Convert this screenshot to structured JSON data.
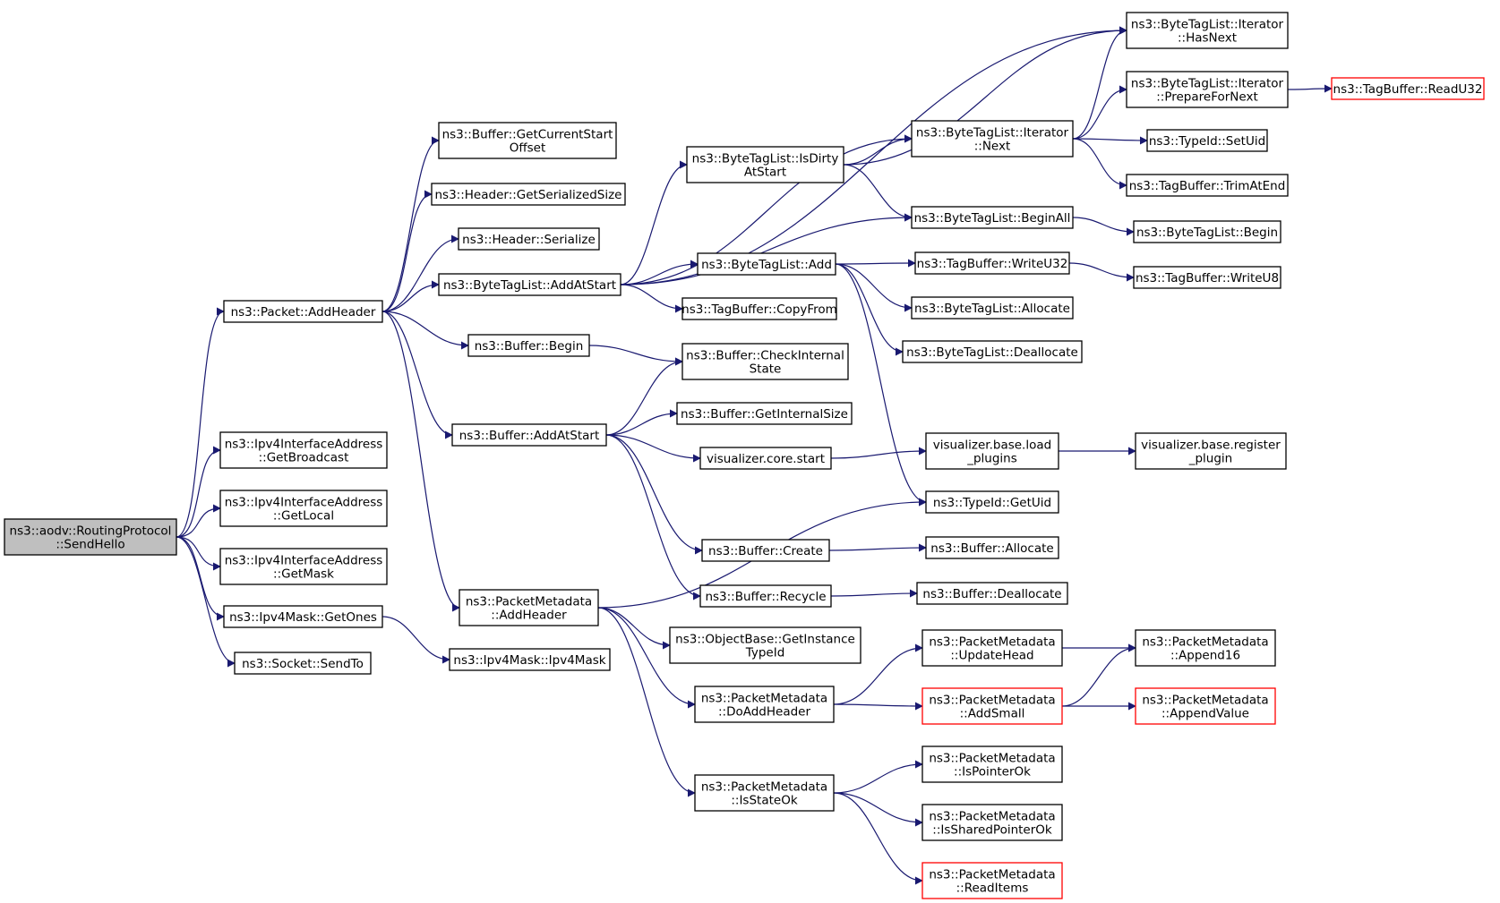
{
  "colors": {
    "edge": "#191970",
    "node_border": "#000000",
    "node_border_red": "#ff0000",
    "root_fill": "#bfbfbf"
  },
  "nodes": {
    "n0": {
      "lines": [
        "ns3::aodv::RoutingProtocol",
        "::SendHello"
      ],
      "style": "root"
    },
    "n1": {
      "lines": [
        "ns3::Packet::AddHeader"
      ]
    },
    "n2": {
      "lines": [
        "ns3::Ipv4InterfaceAddress",
        "::GetBroadcast"
      ]
    },
    "n3": {
      "lines": [
        "ns3::Ipv4InterfaceAddress",
        "::GetLocal"
      ]
    },
    "n4": {
      "lines": [
        "ns3::Ipv4InterfaceAddress",
        "::GetMask"
      ]
    },
    "n5": {
      "lines": [
        "ns3::Ipv4Mask::GetOnes"
      ]
    },
    "n6": {
      "lines": [
        "ns3::Socket::SendTo"
      ]
    },
    "n7": {
      "lines": [
        "ns3::Buffer::GetCurrentStart",
        "Offset"
      ]
    },
    "n8": {
      "lines": [
        "ns3::Header::GetSerializedSize"
      ]
    },
    "n9": {
      "lines": [
        "ns3::Header::Serialize"
      ]
    },
    "n10": {
      "lines": [
        "ns3::ByteTagList::AddAtStart"
      ]
    },
    "n11": {
      "lines": [
        "ns3::Buffer::Begin"
      ]
    },
    "n12": {
      "lines": [
        "ns3::Buffer::AddAtStart"
      ]
    },
    "n13": {
      "lines": [
        "ns3::PacketMetadata",
        "::AddHeader"
      ]
    },
    "n14": {
      "lines": [
        "ns3::Ipv4Mask::Ipv4Mask"
      ]
    },
    "n15": {
      "lines": [
        "ns3::ByteTagList::IsDirty",
        "AtStart"
      ]
    },
    "n16": {
      "lines": [
        "ns3::ByteTagList::Add"
      ]
    },
    "n17": {
      "lines": [
        "ns3::TagBuffer::CopyFrom"
      ]
    },
    "n18": {
      "lines": [
        "ns3::Buffer::CheckInternal",
        "State"
      ]
    },
    "n19": {
      "lines": [
        "ns3::Buffer::GetInternalSize"
      ]
    },
    "n20": {
      "lines": [
        "visualizer.core.start"
      ]
    },
    "n21": {
      "lines": [
        "ns3::Buffer::Create"
      ]
    },
    "n22": {
      "lines": [
        "ns3::Buffer::Recycle"
      ]
    },
    "n23": {
      "lines": [
        "ns3::ObjectBase::GetInstance",
        "TypeId"
      ]
    },
    "n24": {
      "lines": [
        "ns3::PacketMetadata",
        "::DoAddHeader"
      ]
    },
    "n25": {
      "lines": [
        "ns3::PacketMetadata",
        "::IsStateOk"
      ]
    },
    "n26": {
      "lines": [
        "ns3::ByteTagList::Iterator",
        "::HasNext"
      ]
    },
    "n27": {
      "lines": [
        "ns3::ByteTagList::Iterator",
        "::Next"
      ]
    },
    "n28": {
      "lines": [
        "ns3::ByteTagList::BeginAll"
      ]
    },
    "n29": {
      "lines": [
        "ns3::TagBuffer::WriteU32"
      ]
    },
    "n30": {
      "lines": [
        "ns3::ByteTagList::Allocate"
      ]
    },
    "n31": {
      "lines": [
        "ns3::ByteTagList::Deallocate"
      ]
    },
    "n32": {
      "lines": [
        "visualizer.base.load",
        "_plugins"
      ]
    },
    "n33": {
      "lines": [
        "ns3::TypeId::GetUid"
      ]
    },
    "n34": {
      "lines": [
        "ns3::Buffer::Allocate"
      ]
    },
    "n35": {
      "lines": [
        "ns3::Buffer::Deallocate"
      ]
    },
    "n36": {
      "lines": [
        "ns3::PacketMetadata",
        "::UpdateHead"
      ]
    },
    "n37": {
      "lines": [
        "ns3::PacketMetadata",
        "::AddSmall"
      ],
      "style": "red"
    },
    "n38": {
      "lines": [
        "ns3::PacketMetadata",
        "::IsPointerOk"
      ]
    },
    "n39": {
      "lines": [
        "ns3::PacketMetadata",
        "::IsSharedPointerOk"
      ]
    },
    "n40": {
      "lines": [
        "ns3::PacketMetadata",
        "::ReadItems"
      ],
      "style": "red"
    },
    "n41": {
      "lines": [
        "ns3::ByteTagList::Iterator",
        "::PrepareForNext"
      ]
    },
    "n42": {
      "lines": [
        "ns3::TypeId::SetUid"
      ]
    },
    "n43": {
      "lines": [
        "ns3::TagBuffer::TrimAtEnd"
      ]
    },
    "n44": {
      "lines": [
        "ns3::ByteTagList::Begin"
      ]
    },
    "n45": {
      "lines": [
        "ns3::TagBuffer::WriteU8"
      ]
    },
    "n46": {
      "lines": [
        "visualizer.base.register",
        "_plugin"
      ]
    },
    "n47": {
      "lines": [
        "ns3::PacketMetadata",
        "::Append16"
      ]
    },
    "n48": {
      "lines": [
        "ns3::PacketMetadata",
        "::AppendValue"
      ],
      "style": "red"
    },
    "n49": {
      "lines": [
        "ns3::TagBuffer::ReadU32"
      ],
      "style": "red"
    }
  },
  "edges": [
    [
      "n0",
      "n1"
    ],
    [
      "n0",
      "n2"
    ],
    [
      "n0",
      "n3"
    ],
    [
      "n0",
      "n4"
    ],
    [
      "n0",
      "n5"
    ],
    [
      "n0",
      "n6"
    ],
    [
      "n1",
      "n7"
    ],
    [
      "n1",
      "n8"
    ],
    [
      "n1",
      "n9"
    ],
    [
      "n1",
      "n10"
    ],
    [
      "n1",
      "n11"
    ],
    [
      "n1",
      "n12"
    ],
    [
      "n1",
      "n13"
    ],
    [
      "n5",
      "n14"
    ],
    [
      "n10",
      "n26"
    ],
    [
      "n10",
      "n27"
    ],
    [
      "n10",
      "n15"
    ],
    [
      "n10",
      "n28"
    ],
    [
      "n10",
      "n16"
    ],
    [
      "n10",
      "n17"
    ],
    [
      "n11",
      "n18"
    ],
    [
      "n12",
      "n18"
    ],
    [
      "n12",
      "n19"
    ],
    [
      "n12",
      "n20"
    ],
    [
      "n12",
      "n21"
    ],
    [
      "n12",
      "n22"
    ],
    [
      "n13",
      "n33"
    ],
    [
      "n13",
      "n23"
    ],
    [
      "n13",
      "n24"
    ],
    [
      "n13",
      "n25"
    ],
    [
      "n15",
      "n26"
    ],
    [
      "n15",
      "n27"
    ],
    [
      "n15",
      "n28"
    ],
    [
      "n16",
      "n29"
    ],
    [
      "n16",
      "n30"
    ],
    [
      "n16",
      "n31"
    ],
    [
      "n16",
      "n33"
    ],
    [
      "n20",
      "n32"
    ],
    [
      "n21",
      "n34"
    ],
    [
      "n22",
      "n35"
    ],
    [
      "n24",
      "n36"
    ],
    [
      "n24",
      "n37"
    ],
    [
      "n25",
      "n38"
    ],
    [
      "n25",
      "n39"
    ],
    [
      "n25",
      "n40"
    ],
    [
      "n27",
      "n26"
    ],
    [
      "n27",
      "n41"
    ],
    [
      "n27",
      "n42"
    ],
    [
      "n27",
      "n43"
    ],
    [
      "n28",
      "n44"
    ],
    [
      "n29",
      "n45"
    ],
    [
      "n32",
      "n46"
    ],
    [
      "n36",
      "n47"
    ],
    [
      "n37",
      "n47"
    ],
    [
      "n37",
      "n48"
    ],
    [
      "n41",
      "n49"
    ]
  ]
}
